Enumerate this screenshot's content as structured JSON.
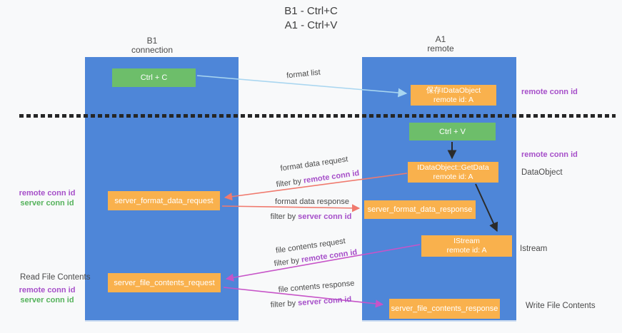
{
  "title": {
    "line1": "B1 - Ctrl+C",
    "line2": "A1 - Ctrl+V"
  },
  "lanes": {
    "left": {
      "name": "B1",
      "role": "connection"
    },
    "right": {
      "name": "A1",
      "role": "remote"
    }
  },
  "boxes": {
    "ctrl_c": {
      "label": "Ctrl + C"
    },
    "save_idataobject": {
      "line1": "保存IDataObject",
      "line2": "remote id: A"
    },
    "ctrl_v": {
      "label": "Ctrl + V"
    },
    "getdata": {
      "line1": "IDataObject::GetData",
      "line2": "remote id: A"
    },
    "server_format_data_request": {
      "label": "server_format_data_request"
    },
    "server_format_data_response": {
      "label": "server_format_data_response"
    },
    "istream": {
      "line1": "IStream",
      "line2": "remote id: A"
    },
    "server_file_contents_request": {
      "label": "server_file_contents_request"
    },
    "server_file_contents_response": {
      "label": "server_file_contents_response"
    }
  },
  "arrows": {
    "format_list": {
      "label": "format list"
    },
    "format_data_request": {
      "label": "format data request",
      "filter_prefix": "filter by ",
      "filter_key": "remote conn id"
    },
    "format_data_response": {
      "label": "format data response",
      "filter_prefix": "filter by ",
      "filter_key": "server conn id"
    },
    "file_contents_request": {
      "label": "file contents request",
      "filter_prefix": "filter by ",
      "filter_key": "remote conn id"
    },
    "file_contents_response": {
      "label": "file contents response",
      "filter_prefix": "filter by ",
      "filter_key": "server conn id"
    }
  },
  "annotations": {
    "right_top_remote_conn_id": "remote conn id",
    "right_mid_remote_conn_id": "remote conn id",
    "dataobject": "DataObject",
    "istream": "Istream",
    "write_file_contents": "Write File Contents",
    "read_file_contents": "Read File Contents",
    "left_top": {
      "remote": "remote conn id",
      "server": "server conn id"
    },
    "left_bottom": {
      "remote": "remote conn id",
      "server": "server conn id"
    }
  },
  "colors": {
    "lane_blue": "#4E86D8",
    "box_orange": "#F9B14D",
    "box_green": "#6DBE6A",
    "purple_text": "#A64FC9",
    "green_text": "#55B25B",
    "arrow_red": "#F07A6E",
    "arrow_magenta": "#C754C8",
    "arrow_lightblue": "#A9D6F0",
    "arrow_black": "#2B2B2B",
    "background": "#F8F9FA"
  }
}
